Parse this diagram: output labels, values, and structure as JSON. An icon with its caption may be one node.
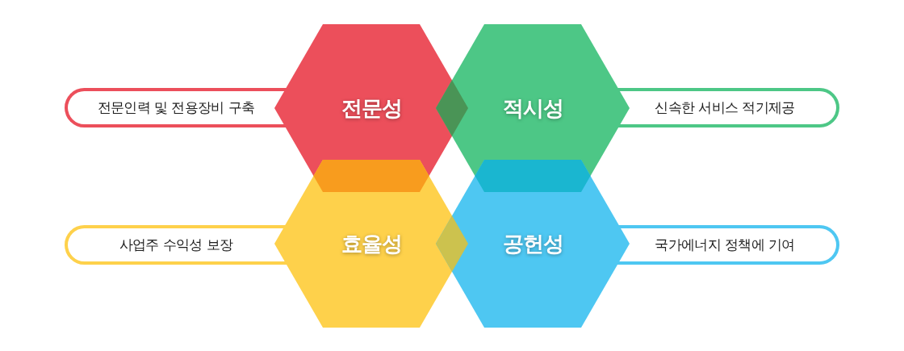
{
  "diagram": {
    "nodes": [
      {
        "text": [
          "전문인력 및 전용장비 구축"
        ]
      },
      {
        "text": [
          "전문성"
        ]
      },
      {
        "text": [
          "적시성"
        ]
      },
      {
        "text": [
          "신속한 서비스 적기제공"
        ]
      },
      {
        "text": [
          "사업주 수익성 보장"
        ]
      },
      {
        "text": [
          "효율성"
        ]
      },
      {
        "text": [
          "공헌성"
        ]
      },
      {
        "text": [
          "국가에너지 정책에 기여"
        ]
      }
    ]
  }
}
